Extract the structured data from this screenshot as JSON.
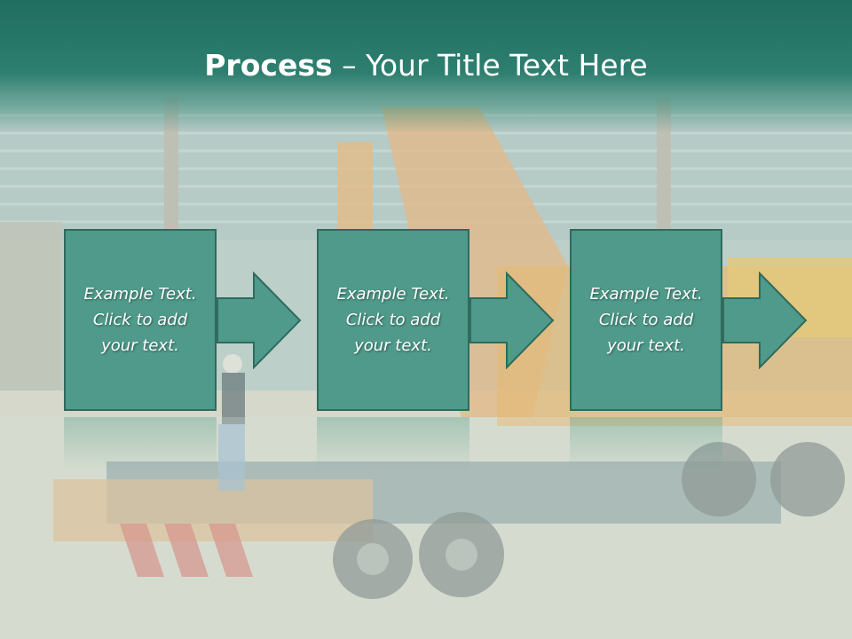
{
  "slide": {
    "title_bold": "Process",
    "title_rest": " – Your Title Text Here"
  },
  "steps": [
    {
      "line1": "Example Text.",
      "line2": "Click  to add",
      "line3": "your text."
    },
    {
      "line1": "Example Text.",
      "line2": "Click  to add",
      "line3": "your text."
    },
    {
      "line1": "Example Text.",
      "line2": "Click  to add",
      "line3": "your text."
    }
  ],
  "colors": {
    "title_bar": "#2e7f70",
    "box_fill": "#4f9a8a",
    "box_border": "#2f6b5e",
    "text": "#ffffff"
  }
}
